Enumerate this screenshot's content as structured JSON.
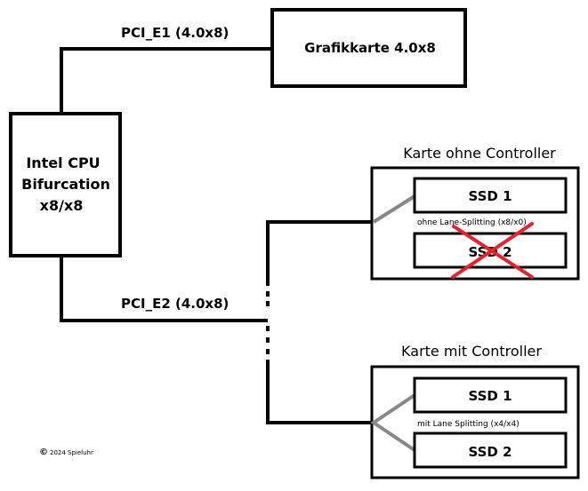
{
  "cpu": {
    "line1": "Intel CPU",
    "line2": "Bifurcation",
    "line3": "x8/x8"
  },
  "gpu": {
    "label": "Grafikkarte 4.0x8"
  },
  "slot1": {
    "label": "PCI_E1 (4.0x8)"
  },
  "slot2": {
    "label": "PCI_E2 (4.0x8)"
  },
  "card_no_controller": {
    "title": "Karte ohne Controller",
    "ssd1": "SSD 1",
    "ssd2": "SSD 2",
    "note": "ohne Lane-Splitting (x8/x0)",
    "ssd2_status": "disabled"
  },
  "card_with_controller": {
    "title": "Karte mit Controller",
    "ssd1": "SSD 1",
    "ssd2": "SSD 2",
    "note": "mit Lane Splitting (x4/x4)"
  },
  "copyright": {
    "symbol": "©",
    "text": "2024 Spieluhr"
  },
  "colors": {
    "line": "#000000",
    "connector": "#888888",
    "cross": "#e8212a"
  }
}
